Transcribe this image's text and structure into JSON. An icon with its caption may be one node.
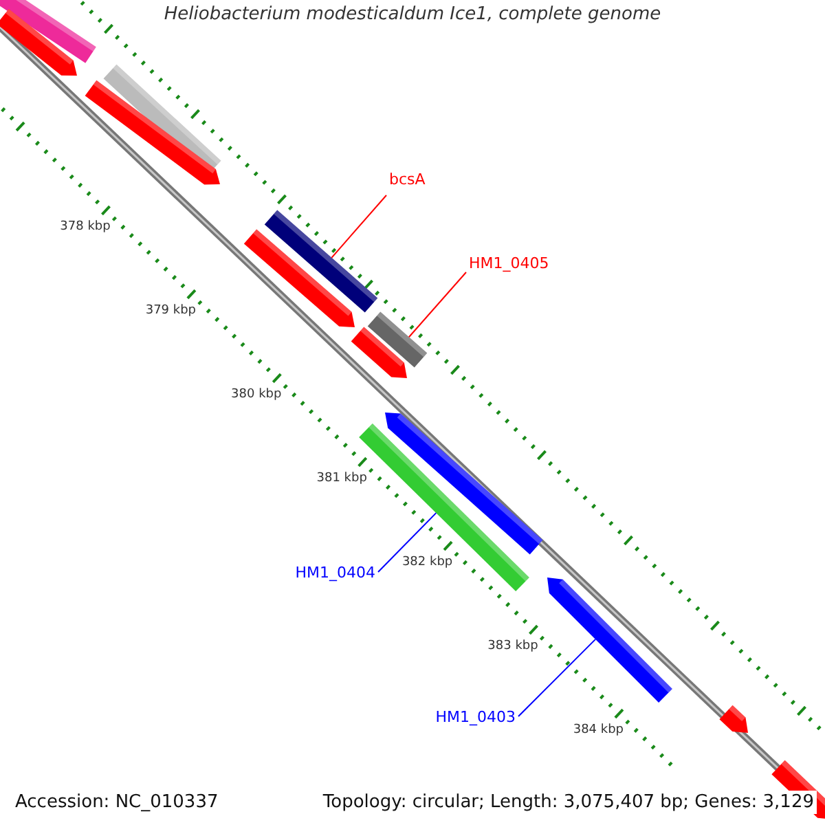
{
  "diagram": {
    "title": "Heliobacterium modesticaldum Ice1, complete genome",
    "nodes": [
      {
        "text": [
          "bcsA"
        ]
      },
      {
        "text": [],
        "shape": "bar"
      },
      {
        "text": [
          "HM1_0405"
        ]
      },
      {
        "text": [],
        "shape": "bar"
      },
      {
        "text": [
          "HM1_0404"
        ]
      },
      {
        "text": [],
        "shape": "bar"
      },
      {
        "text": [
          "HM1_0403"
        ]
      },
      {
        "text": [],
        "shape": "bar"
      }
    ],
    "edges": [
      {
        "from": 0,
        "to": 1,
        "arrow": "none",
        "color": "#ff0000"
      },
      {
        "from": 2,
        "to": 3,
        "arrow": "none",
        "color": "#ff0000"
      },
      {
        "from": 4,
        "to": 5,
        "arrow": "none",
        "color": "#0000ff"
      },
      {
        "from": 6,
        "to": 7,
        "arrow": "none",
        "color": "#0000ff"
      }
    ],
    "labels": [
      "378 kbp",
      "379 kbp",
      "380 kbp",
      "381 kbp",
      "382 kbp",
      "383 kbp",
      "384 kbp",
      "Accession: NC_010337",
      "Topology: circular; Length: 3,075,407 bp; Genes: 3,129"
    ]
  }
}
